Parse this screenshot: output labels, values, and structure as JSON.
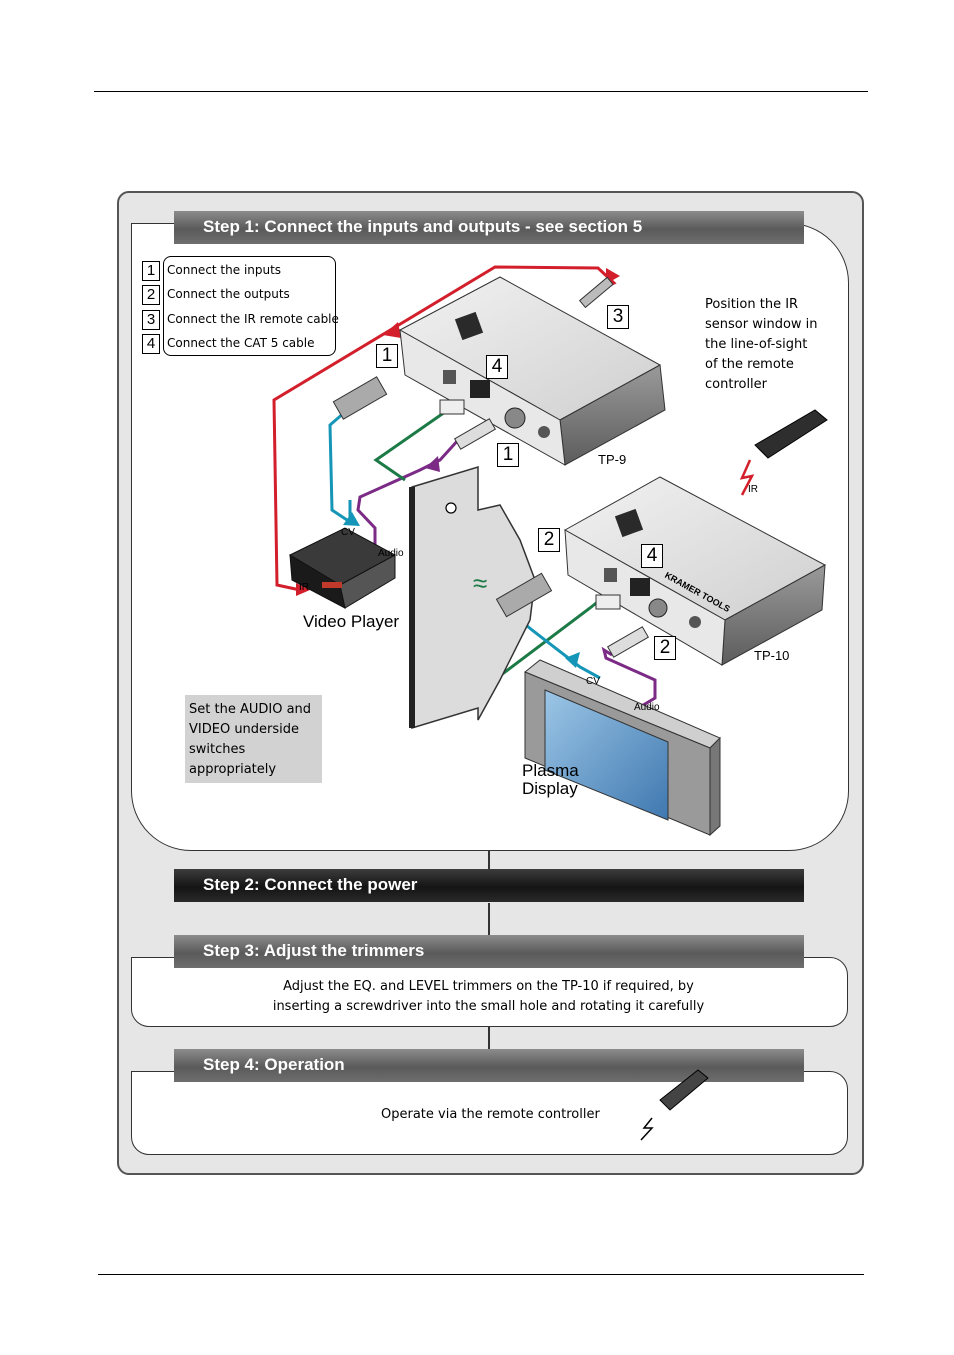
{
  "steps": {
    "step1": {
      "title": "Step 1: Connect the inputs and outputs - see section 5",
      "legend": [
        {
          "num": "1",
          "text": "Connect the inputs"
        },
        {
          "num": "2",
          "text": "Connect the outputs"
        },
        {
          "num": "3",
          "text": "Connect the IR remote cable"
        },
        {
          "num": "4",
          "text": "Connect the CAT 5 cable"
        }
      ],
      "ir_note": [
        "Position the IR",
        "sensor window in",
        "the line-of-sight",
        "of the remote",
        "controller"
      ],
      "switch_note": [
        "Set the AUDIO and",
        "VIDEO underside",
        "switches",
        "appropriately"
      ]
    },
    "step2": {
      "title": "Step 2: Connect the power"
    },
    "step3": {
      "title": "Step 3: Adjust the trimmers",
      "text_line1": "Adjust the EQ. and LEVEL trimmers on the TP-10 if required, by",
      "text_line2": "inserting a screwdriver into the small hole and rotating it carefully"
    },
    "step4": {
      "title": "Step 4: Operation",
      "text": "Operate via the remote controller"
    }
  },
  "diagram": {
    "tp9_label": "TP-9",
    "tp10_label": "TP-10",
    "video_player_label": "Video Player",
    "plasma_label_line1": "Plasma",
    "plasma_label_line2": "Display",
    "cv_label": "CV",
    "audio_label": "Audio",
    "ir_label": "IR",
    "approx_symbol": "≈",
    "tp10_brand": "KRAMER TOOLS",
    "callouts": {
      "tp9_input": "1",
      "tp9_audio_input": "1",
      "tp9_cat5": "4",
      "ir_cable": "3",
      "tp10_output": "2",
      "tp10_audio_output": "2",
      "tp10_cat5": "4"
    },
    "cable_colors": {
      "ir": "#d21f2b",
      "video": "#1596b8",
      "audio": "#7b2a86",
      "cat5": "#1b7a45"
    }
  }
}
